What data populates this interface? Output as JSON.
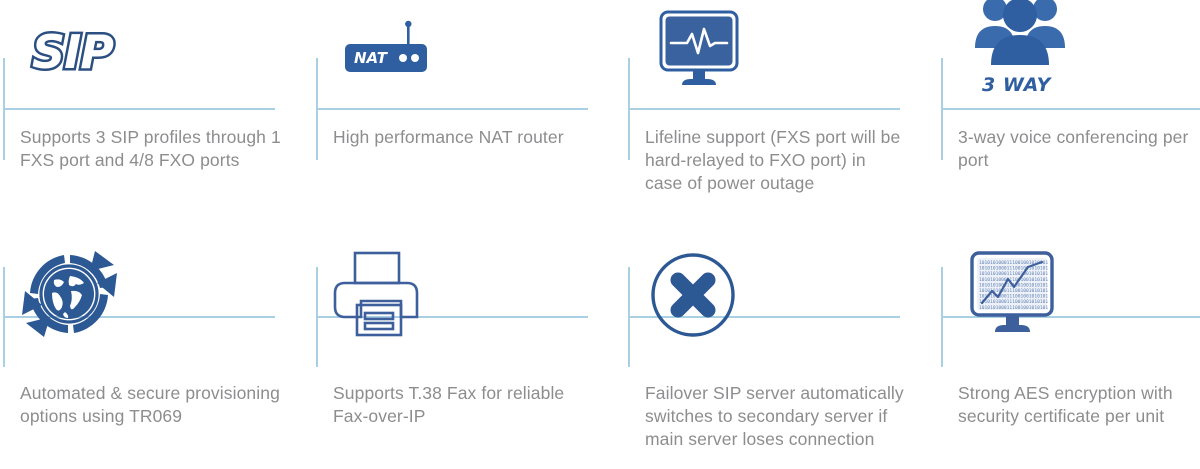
{
  "theme": {
    "divider_color": "#a9cfe2",
    "icon_blue": "#2f5fa0",
    "icon_blue_dark": "#274a78",
    "text_gray": "#8d8d8f",
    "background": "#ffffff"
  },
  "features": [
    {
      "id": "sip-profiles",
      "icon": "sip-logo-icon",
      "icon_label": "SIP",
      "description": "Supports 3 SIP profiles through 1 FXS port and 4/8 FXO ports"
    },
    {
      "id": "nat-router",
      "icon": "nat-router-icon",
      "icon_label": "NAT",
      "description": "High performance NAT router"
    },
    {
      "id": "lifeline-support",
      "icon": "monitor-pulse-icon",
      "icon_label": "",
      "description": "Lifeline support (FXS port will be hard-relayed to FXO port) in case of power outage"
    },
    {
      "id": "three-way-conferencing",
      "icon": "three-people-icon",
      "icon_label": "3 WAY",
      "description": "3-way voice conferencing per port"
    },
    {
      "id": "auto-provisioning",
      "icon": "globe-sync-arrows-icon",
      "icon_label": "",
      "description": "Automated & secure provisioning options using TR069"
    },
    {
      "id": "t38-fax",
      "icon": "printer-fax-icon",
      "icon_label": "",
      "description": "Supports T.38 Fax for reliable Fax-over-IP"
    },
    {
      "id": "failover-sip-server",
      "icon": "circle-x-icon",
      "icon_label": "",
      "description": "Failover SIP server automatically switches to secondary server if main server loses connection"
    },
    {
      "id": "aes-encryption",
      "icon": "monitor-binary-chart-icon",
      "icon_label": "",
      "description": "Strong AES encryption with security certificate per unit"
    }
  ],
  "binary_rows": [
    "1010101000111001001010101",
    "1010101000111001001010101",
    "1010101000111001001010101",
    "1010101000111001001010101",
    "1010101000111001001010101",
    "1010101000111001001010101",
    "1010101000111001001010101",
    "1010101000111001001010101",
    "1010101000111001001010101"
  ]
}
